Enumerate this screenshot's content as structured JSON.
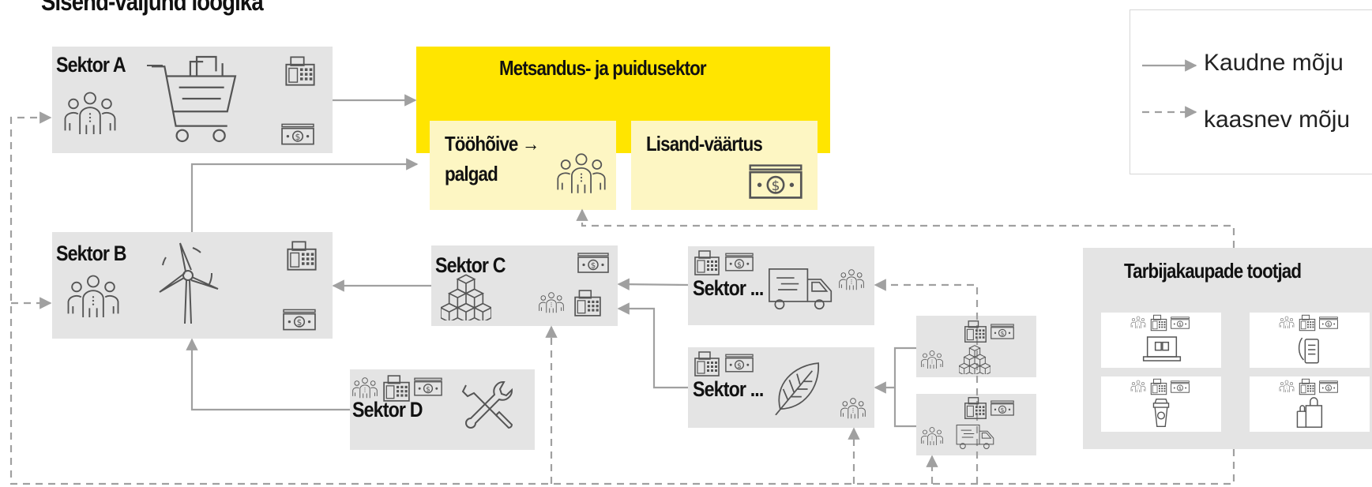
{
  "title": "Sisend-väljund loogika",
  "sectors": {
    "a": "Sektor A",
    "b": "Sektor B",
    "c": "Sektor C",
    "d": "Sektor D",
    "e1": "Sektor ...",
    "e2": "Sektor ..."
  },
  "forestry": {
    "title": "Metsandus- ja puidusektor",
    "employment": "Tööhõive → palgad",
    "employment_line1": "Tööhõive →",
    "employment_line2": "palgad",
    "value_added": "Lisand-väärtus"
  },
  "consumer": {
    "title": "Tarbijakaupade tootjad",
    "items": [
      "laptop-icon",
      "phone-icon",
      "coffee-cup-icon",
      "shopping-bag-icon"
    ]
  },
  "legend": {
    "indirect": "Kaudne mõju",
    "induced": "kaasnev mõju"
  },
  "colors": {
    "accent_yellow": "#ffe500",
    "pale_yellow": "#fdf6c3",
    "box_gray": "#e4e4e4",
    "arrow": "#a0a0a0"
  }
}
